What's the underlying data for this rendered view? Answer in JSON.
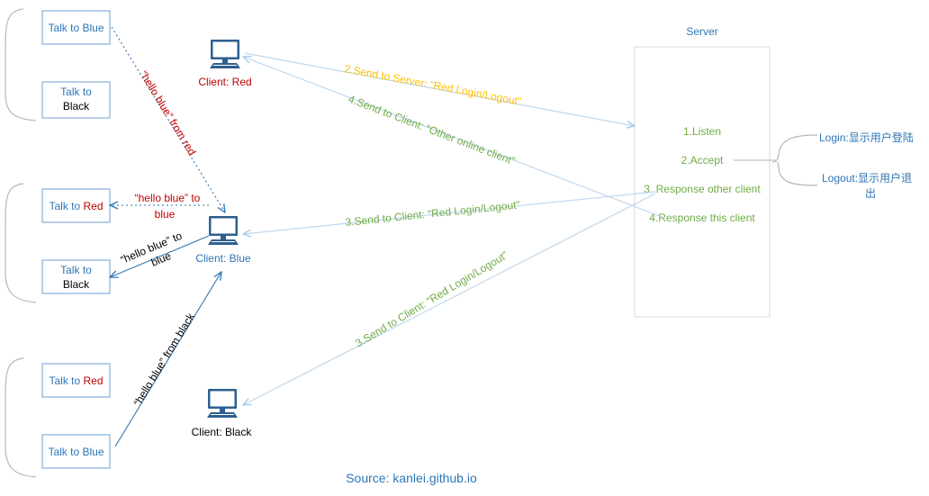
{
  "left_groups": [
    {
      "client": "Red",
      "buttons": [
        {
          "prefix": "Talk to ",
          "target": "Blue",
          "target_color": "#2e75b6"
        },
        {
          "prefix": "Talk to ",
          "target": "Black",
          "target_color": "#000000"
        }
      ]
    },
    {
      "client": "Blue",
      "buttons": [
        {
          "prefix": "Talk to ",
          "target": "Red",
          "target_color": "#c00000"
        },
        {
          "prefix": "Talk to ",
          "target": "Black",
          "target_color": "#000000"
        }
      ]
    },
    {
      "client": "Black",
      "buttons": [
        {
          "prefix": "Talk to ",
          "target": "Red",
          "target_color": "#c00000"
        },
        {
          "prefix": "Talk to ",
          "target": "Blue",
          "target_color": "#2e75b6"
        }
      ]
    }
  ],
  "clients": {
    "red": {
      "label": "Client: Red",
      "color": "#c00000"
    },
    "blue": {
      "label": "Client: Blue",
      "color": "#2e75b6"
    },
    "black": {
      "label": "Client: Black",
      "color": "#000000"
    }
  },
  "icons": {
    "computer": "monitor-icon"
  },
  "server": {
    "title": "Server",
    "steps": [
      "1.Listen",
      "2.Accept",
      "3. Response other client",
      "4.Response this client"
    ],
    "notes": [
      {
        "line1": "Login:显示用户登陆",
        "line2": ""
      },
      {
        "line1": "Logout:显示用户退",
        "line2": "出"
      }
    ]
  },
  "messages": {
    "red_to_blue": "“hello blue” from red",
    "blue_receive_line1": "“hello blue” to",
    "blue_receive_line2": "blue",
    "blue_to_black_line1": "“hello blue” to",
    "blue_to_black_line2": "blue",
    "black_to_blue": "“hello blue” from black"
  },
  "edges": {
    "send_to_server": "2.Send to Server: “Red Login/Logout”",
    "send_to_client_other": "4.Send to Client: “Other online client”",
    "send_to_client_blue": "3.Send to Client: “Red Login/Logout”",
    "send_to_client_black": "3.Send to Client: “Red Login/Logout”"
  },
  "source": "Source: kanlei.github.io",
  "colors": {
    "arrow_blue": "#2e75b6",
    "arrow_light": "#bdd7ee",
    "green": "#70ad47",
    "yellow": "#ffc000",
    "red": "#c00000"
  }
}
